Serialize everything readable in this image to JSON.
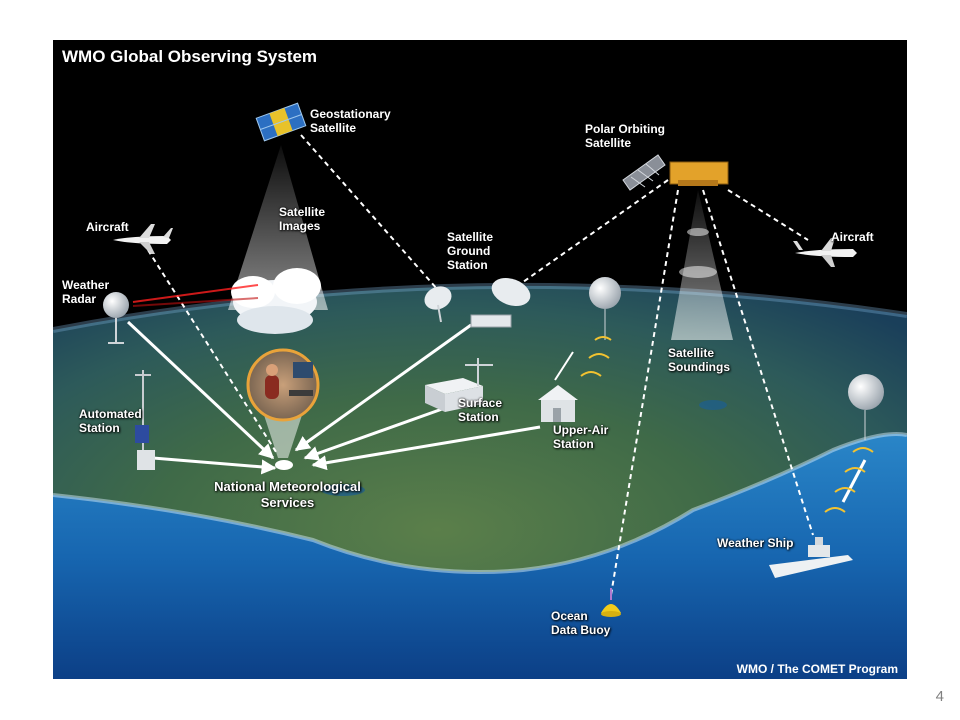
{
  "title": "WMO Global Observing System",
  "credit": "WMO / The COMET Program",
  "page_number": "4",
  "labels": {
    "geostationary_satellite": [
      "Geostationary",
      "Satellite"
    ],
    "polar_orbiting_satellite": [
      "Polar Orbiting",
      "Satellite"
    ],
    "satellite_images": [
      "Satellite",
      "Images"
    ],
    "aircraft_left": "Aircraft",
    "aircraft_right": "Aircraft",
    "weather_radar": [
      "Weather",
      "Radar"
    ],
    "satellite_ground_station": [
      "Satellite",
      "Ground",
      "Station"
    ],
    "satellite_soundings": [
      "Satellite",
      "Soundings"
    ],
    "automated_station": [
      "Automated",
      "Station"
    ],
    "surface_station": [
      "Surface",
      "Station"
    ],
    "upper_air_station": [
      "Upper-Air",
      "Station"
    ],
    "national_meteorological_services": [
      "National Meteorological",
      "Services"
    ],
    "weather_ship": "Weather Ship",
    "ocean_data_buoy": [
      "Ocean",
      "Data Buoy"
    ]
  }
}
